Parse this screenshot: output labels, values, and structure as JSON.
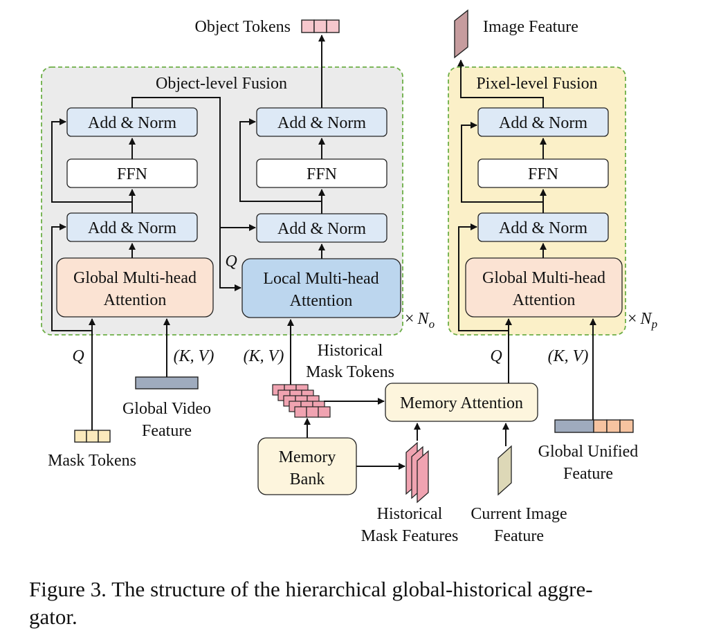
{
  "colors": {
    "object_region_bg": "#ebebeb",
    "pixel_region_bg": "#fbf0c8",
    "region_border": "#6cae46",
    "add_norm_fill": "#dde9f6",
    "ffn_fill": "#ffffff",
    "global_attn_fill": "#fbe3d3",
    "local_attn_fill": "#bcd6ee",
    "memory_fill": "#fdf5dd",
    "mask_token_fill": "#fbe9bc",
    "object_token_fill": "#f6c7cd",
    "historical_token_fill": "#f0a3b1",
    "global_video_fill": "#9fabbe",
    "image_feature_fill": "#c69c9e",
    "current_image_fill": "#ddd8b7",
    "unified_orange_fill": "#f6c3a0"
  },
  "regions": {
    "object_fusion": "Object-level Fusion",
    "pixel_fusion": "Pixel-level Fusion"
  },
  "blocks": {
    "add_norm": "Add & Norm",
    "ffn": "FFN",
    "global_attention_line1": "Global Multi-head",
    "global_attention_line2": "Attention",
    "local_attention_line1": "Local Multi-head",
    "local_attention_line2": "Attention",
    "memory_attention": "Memory Attention",
    "memory_bank_line1": "Memory",
    "memory_bank_line2": "Bank"
  },
  "labels": {
    "object_tokens": "Object Tokens",
    "image_feature": "Image Feature",
    "q": "Q",
    "kv": "(K, V)",
    "times": "×",
    "n_o_base": "N",
    "n_o_sub": "o",
    "n_p_base": "N",
    "n_p_sub": "p",
    "historical_mask_tokens_line1": "Historical",
    "historical_mask_tokens_line2": "Mask Tokens",
    "global_video_feature_line1": "Global Video",
    "global_video_feature_line2": "Feature",
    "mask_tokens": "Mask Tokens",
    "historical_mask_features_line1": "Historical",
    "historical_mask_features_line2": "Mask Features",
    "current_image_feature_line1": "Current Image",
    "current_image_feature_line2": "Feature",
    "global_unified_feature_line1": "Global Unified",
    "global_unified_feature_line2": "Feature"
  },
  "caption": {
    "line1": "Figure 3. The structure of the hierarchical global-historical aggre-",
    "line2": "gator."
  }
}
